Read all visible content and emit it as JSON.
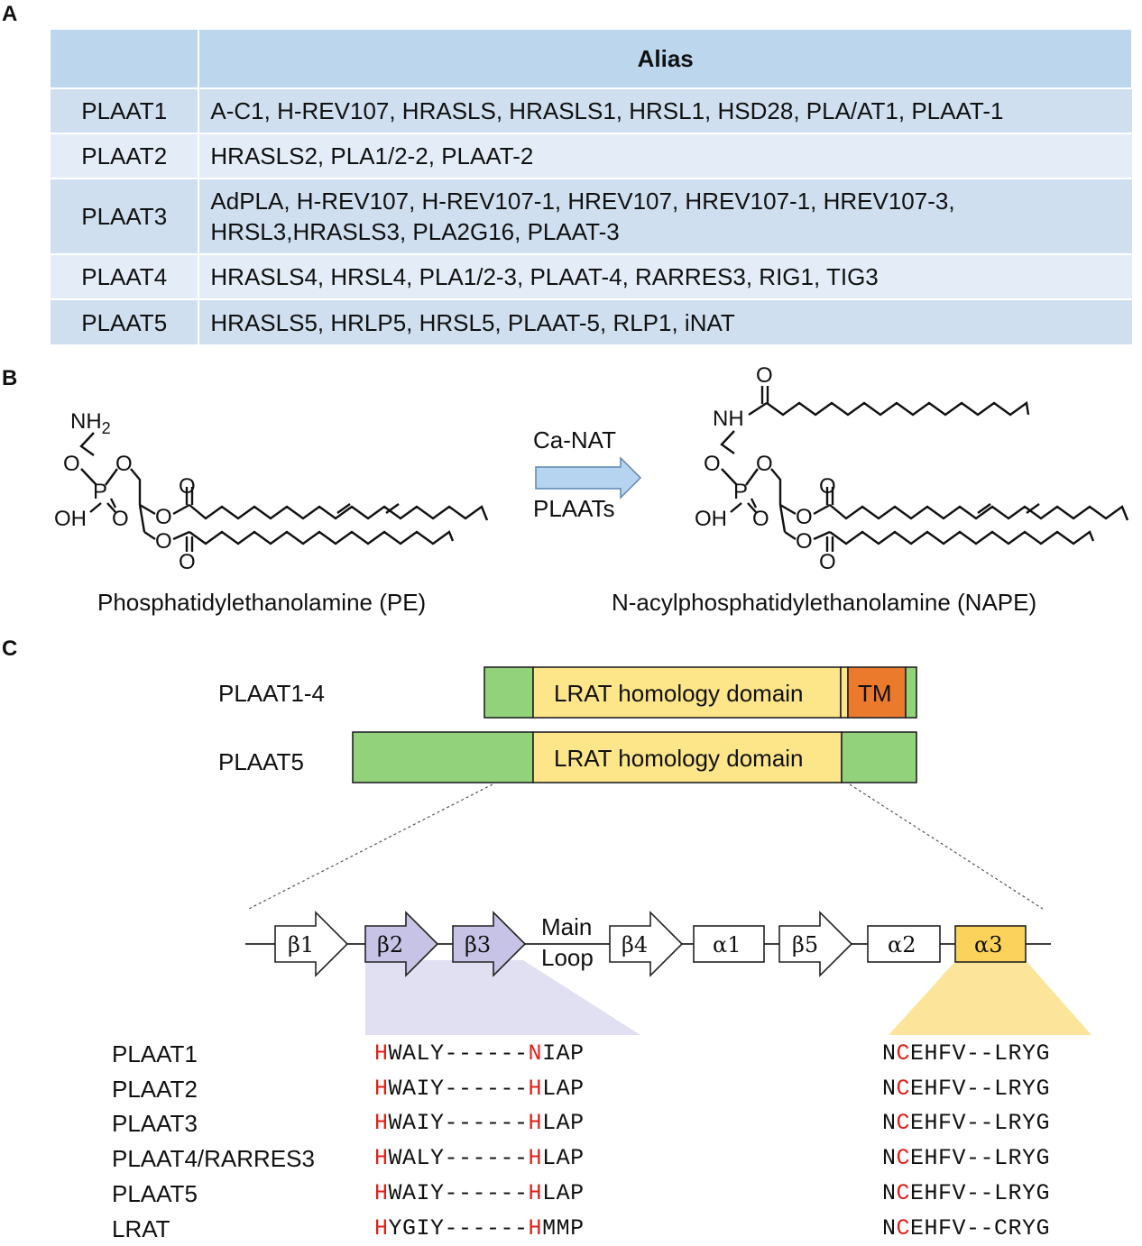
{
  "panels": {
    "a": "A",
    "b": "B",
    "c": "C"
  },
  "table": {
    "header": [
      "",
      "Alias"
    ],
    "rows": [
      {
        "gene": "PLAAT1",
        "alias": "A-C1, H-REV107, HRASLS, HRASLS1, HRSL1, HSD28, PLA/AT1, PLAAT-1"
      },
      {
        "gene": "PLAAT2",
        "alias": "HRASLS2, PLA1/2-2, PLAAT-2"
      },
      {
        "gene": "PLAAT3",
        "alias": "AdPLA, H-REV107, H-REV107-1, HREV107, HREV107-1, HREV107-3, HRSL3,HRASLS3, PLA2G16, PLAAT-3"
      },
      {
        "gene": "PLAAT4",
        "alias": "HRASLS4, HRSL4, PLA1/2-3, PLAAT-4, RARRES3, RIG1, TIG3"
      },
      {
        "gene": "PLAAT5",
        "alias": "HRASLS5, HRLP5, HRSL5, PLAAT-5, RLP1, iNAT"
      }
    ]
  },
  "reaction": {
    "enzyme_top": "Ca-NAT",
    "enzyme_bottom": "PLAATs",
    "substrate": "Phosphatidylethanolamine (PE)",
    "product": "N-acylphosphatidylethanolamine (NAPE)",
    "atoms": {
      "nh2": "NH",
      "nh2_sub": "2",
      "nh": "NH",
      "o": "O",
      "p": "P",
      "oh": "OH"
    }
  },
  "domains": {
    "row1_label": "PLAAT1-4",
    "row2_label": "PLAAT5",
    "lrat": "LRAT homology domain",
    "tm": "TM",
    "colors": {
      "green": "#92d27a",
      "yellow": "#fde589",
      "orange": "#ec7a2c",
      "purple": "#c7c3e6",
      "gold": "#fbd35a"
    }
  },
  "topology": {
    "elements": [
      "β1",
      "β2",
      "β3",
      "β4",
      "α1",
      "β5",
      "α2",
      "α3"
    ],
    "main_loop_line1": "Main",
    "main_loop_line2": "Loop"
  },
  "alignment": {
    "names": [
      "PLAAT1",
      "PLAAT2",
      "PLAAT3",
      "PLAAT4/RARRES3",
      "PLAAT5",
      "LRAT"
    ],
    "left": [
      {
        "first": "H",
        "mid": "WALY------",
        "hl": "N",
        "rest": "IAP"
      },
      {
        "first": "H",
        "mid": "WAIY------",
        "hl": "H",
        "rest": "LAP"
      },
      {
        "first": "H",
        "mid": "WAIY------",
        "hl": "H",
        "rest": "LAP"
      },
      {
        "first": "H",
        "mid": "WALY------",
        "hl": "H",
        "rest": "LAP"
      },
      {
        "first": "H",
        "mid": "WAIY------",
        "hl": "H",
        "rest": "LAP"
      },
      {
        "first": "H",
        "mid": "YGIY------",
        "hl": "H",
        "rest": "MMP"
      }
    ],
    "right": [
      {
        "pre": "N",
        "hl": "C",
        "rest": "EHFV--LRYG"
      },
      {
        "pre": "N",
        "hl": "C",
        "rest": "EHFV--LRYG"
      },
      {
        "pre": "N",
        "hl": "C",
        "rest": "EHFV--LRYG"
      },
      {
        "pre": "N",
        "hl": "C",
        "rest": "EHFV--LRYG"
      },
      {
        "pre": "N",
        "hl": "C",
        "rest": "EHFV--LRYG"
      },
      {
        "pre": "N",
        "hl": "C",
        "rest": "EHFV--CRYG"
      }
    ]
  }
}
